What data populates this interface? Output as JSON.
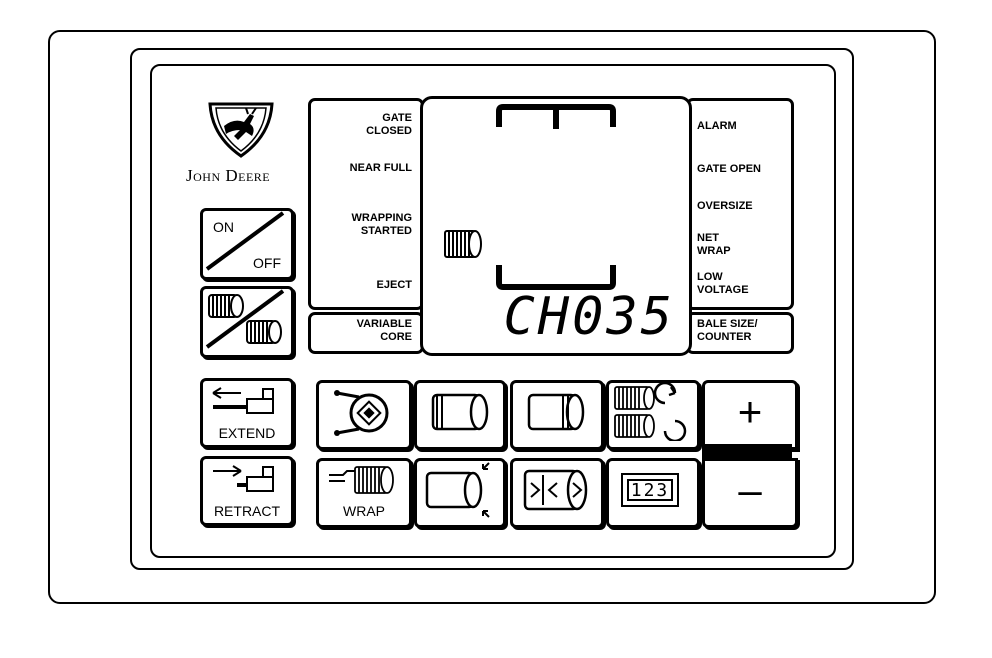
{
  "brand": {
    "name": "John Deere",
    "logo_icon": "deer-logo-icon"
  },
  "indicators_left": {
    "gate_closed": "GATE\nCLOSED",
    "near_full": "NEAR FULL",
    "wrapping_started": "WRAPPING\nSTARTED",
    "eject": "EJECT",
    "variable_core": "VARIABLE\nCORE"
  },
  "indicators_right": {
    "alarm": "ALARM",
    "gate_open": "GATE OPEN",
    "oversize": "OVERSIZE",
    "net_wrap": "NET\nWRAP",
    "low_voltage": "LOW\nVOLTAGE",
    "bale_size_counter": "BALE SIZE/\nCOUNTER"
  },
  "display": {
    "readout": "CH035"
  },
  "buttons": {
    "on": "ON",
    "off": "OFF",
    "extend": "EXTEND",
    "retract": "RETRACT",
    "wrap": "WRAP",
    "plus": "+",
    "minus": "–",
    "counter_icon_digits": "123"
  }
}
